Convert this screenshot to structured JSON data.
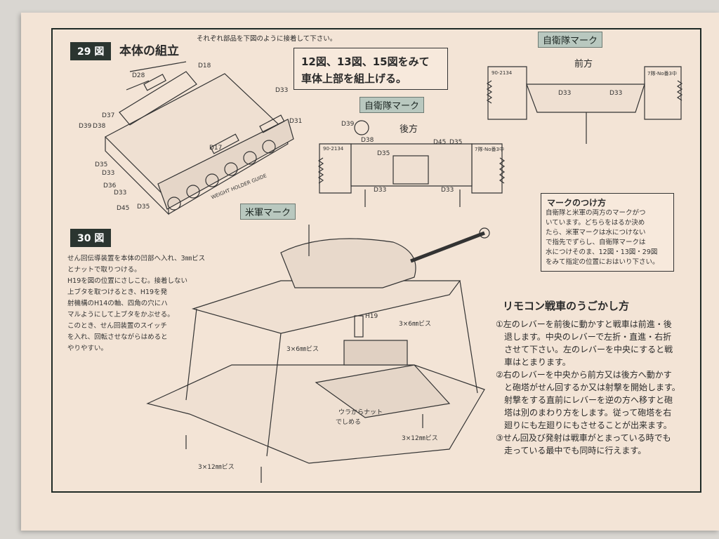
{
  "fig29": {
    "badge": "29 図",
    "title": "本体の組立",
    "caption": "それぞれ部品を下図のように接着して下さい。",
    "instruction_line1": "12図、13図、15図をみて",
    "instruction_line2": "車体上部を組上げる。",
    "label_jsdf_mark": "自衛隊マーク",
    "label_us_mark": "米軍マーク",
    "rear": "後方",
    "front": "前方",
    "hull_text": "WEIGHT HOLDER GUIDE"
  },
  "parts": [
    "D18",
    "D28",
    "D33",
    "D31",
    "D37",
    "D39",
    "D38",
    "D17",
    "D35",
    "D33",
    "D36",
    "D33",
    "D45",
    "D35"
  ],
  "rear_parts": [
    "D39",
    "D38",
    "D35",
    "D45",
    "D35",
    "D33",
    "D33"
  ],
  "front_parts": [
    "D33",
    "D33"
  ],
  "plates": {
    "rear_left": "90-2134",
    "rear_right": "7隊-No番3中",
    "front_left": "90-2134",
    "front_right": "7隊-No番3中"
  },
  "marking": {
    "title": "マークのつけ方",
    "lines": [
      "自衛隊と米軍の両方のマークがつ",
      "いています。どちらをはるか決め",
      "たら、米軍マークは水につけない",
      "で指先でずらし、自衛隊マークは",
      "水につけそのま、12図・13図・29図",
      "をみて指定の位置におはいり下さい。"
    ]
  },
  "fig30": {
    "badge": "30 図",
    "lines": [
      "せん回伝導装置を本体の凹部へ入れ、3㎜ビス",
      "とナットで取りつける。",
      "H19を図の位置にさしこむ。接着しない",
      "上ブタを取つけるとき、H19を発",
      "射機構のH14の軸、四角の穴にハ",
      "マルようにして上ブタをかぶせる。",
      "このとき、せん回装置のスイッチ",
      "を入れ、回転させながらはめると",
      "やりやすい。"
    ],
    "label_h19": "H19",
    "screw_3x6_a": "3×6㎜ビス",
    "screw_3x6_b": "3×6㎜ビス",
    "nut_note_1": "ウラからナット",
    "nut_note_2": "でしめる",
    "screw_3x12_a": "3×12㎜ビス",
    "screw_3x12_b": "3×12㎜ビス"
  },
  "remote": {
    "title": "リモコン戦車のうごかし方",
    "lines": [
      "①左のレバーを前後に動かすと戦車は前進・後",
      "　退します。中央のレバーで左折・直進・右折",
      "　させて下さい。左のレバーを中央にすると戦",
      "　車はとまります。",
      "②右のレバーを中央から前方又は後方へ動かす",
      "　と砲塔がせん回するか又は射撃を開始します。",
      "　射撃をする直前にレバーを逆の方へ移すと砲",
      "　塔は別のまわり方をします。従って砲塔を右",
      "　廻りにも左廻りにもさせることが出来ます。",
      "③せん回及び発射は戦車がとまっている時でも",
      "　走っている最中でも同時に行えます。"
    ]
  }
}
